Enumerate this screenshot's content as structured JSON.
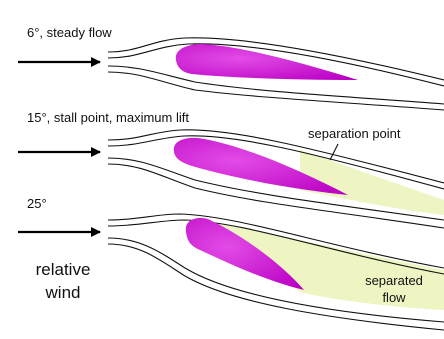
{
  "panels": [
    {
      "angle_label": "6°, steady flow"
    },
    {
      "angle_label": "15°, stall point, maximum lift",
      "annotation": "separation point"
    },
    {
      "angle_label": "25°",
      "annotation_line1": "separated",
      "annotation_line2": "flow"
    }
  ],
  "wind_label_line1": "relative",
  "wind_label_line2": "wind",
  "colors": {
    "airfoil": "#cc00cc",
    "airfoil_highlight": "#e060e6",
    "streamline": "#111111",
    "separated_region": "#eef5c2",
    "arrow": "#000000"
  }
}
